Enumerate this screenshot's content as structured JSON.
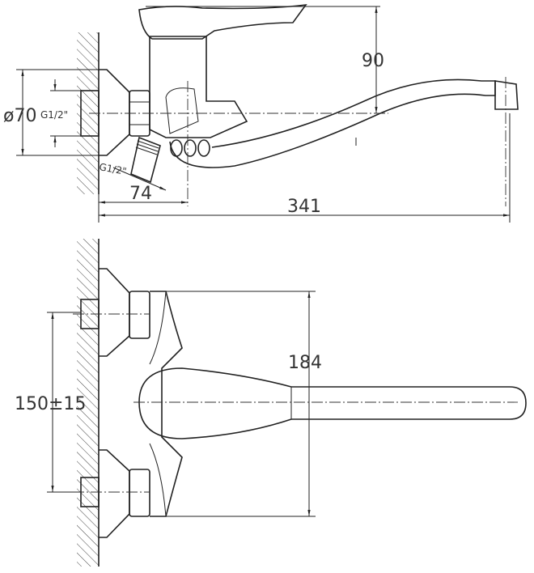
{
  "labels": {
    "diameter": "ø70",
    "thread_top": "G1/2\"",
    "thread_outlet": "G1/2\"",
    "depth": "74",
    "length": "341",
    "height": "90",
    "spout_height": "184",
    "centers": "150±15"
  }
}
